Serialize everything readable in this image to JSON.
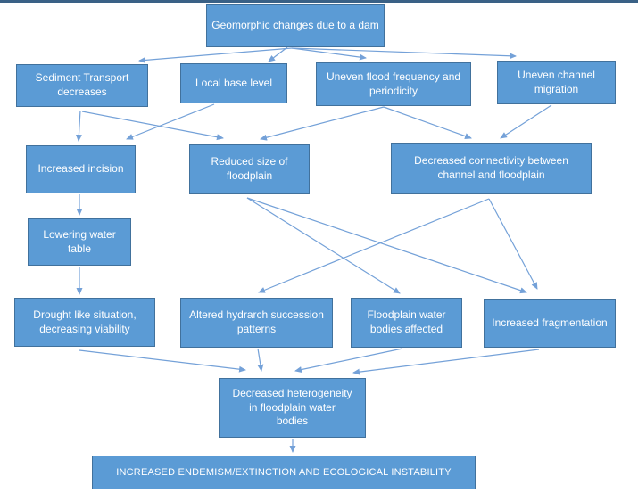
{
  "diagram": {
    "type": "flowchart",
    "title": "Geomorphic changes due to a dam",
    "colors": {
      "node_fill": "#5b9bd5",
      "node_border": "#41719c",
      "node_text": "#ffffff",
      "arrow": "#74a1d8",
      "divider": "#3a6186",
      "background": "#ffffff"
    },
    "nodes": {
      "root": {
        "label": "Geomorphic changes due to a dam"
      },
      "sediment": {
        "label": "Sediment Transport decreases"
      },
      "localbase": {
        "label": "Local base level"
      },
      "floodfreq": {
        "label": "Uneven flood frequency and periodicity"
      },
      "channelmig": {
        "label": "Uneven channel migration"
      },
      "incision": {
        "label": "Increased incision"
      },
      "reduced": {
        "label": "Reduced size of floodplain"
      },
      "connectivity": {
        "label": "Decreased connectivity between channel and floodplain"
      },
      "lowering": {
        "label": "Lowering water table"
      },
      "drought": {
        "label": "Drought like situation, decreasing viability"
      },
      "altered": {
        "label": "Altered hydrarch succession patterns"
      },
      "floodwb": {
        "label": "Floodplain water bodies affected"
      },
      "fragment": {
        "label": "Increased fragmentation"
      },
      "hetero": {
        "label": "Decreased heterogeneity in floodplain water bodies"
      },
      "final": {
        "label": "INCREASED ENDEMISM/EXTINCTION AND ECOLOGICAL INSTABILITY"
      }
    },
    "edges": [
      {
        "from": "root",
        "to": "sediment"
      },
      {
        "from": "root",
        "to": "localbase"
      },
      {
        "from": "root",
        "to": "floodfreq"
      },
      {
        "from": "root",
        "to": "channelmig"
      },
      {
        "from": "sediment",
        "to": "incision"
      },
      {
        "from": "sediment",
        "to": "reduced"
      },
      {
        "from": "localbase",
        "to": "incision"
      },
      {
        "from": "floodfreq",
        "to": "reduced"
      },
      {
        "from": "floodfreq",
        "to": "connectivity"
      },
      {
        "from": "channelmig",
        "to": "connectivity"
      },
      {
        "from": "incision",
        "to": "lowering"
      },
      {
        "from": "lowering",
        "to": "drought"
      },
      {
        "from": "reduced",
        "to": "floodwb"
      },
      {
        "from": "reduced",
        "to": "fragment"
      },
      {
        "from": "connectivity",
        "to": "altered"
      },
      {
        "from": "connectivity",
        "to": "fragment"
      },
      {
        "from": "drought",
        "to": "hetero"
      },
      {
        "from": "altered",
        "to": "hetero"
      },
      {
        "from": "floodwb",
        "to": "hetero"
      },
      {
        "from": "fragment",
        "to": "hetero"
      },
      {
        "from": "hetero",
        "to": "final"
      }
    ]
  }
}
